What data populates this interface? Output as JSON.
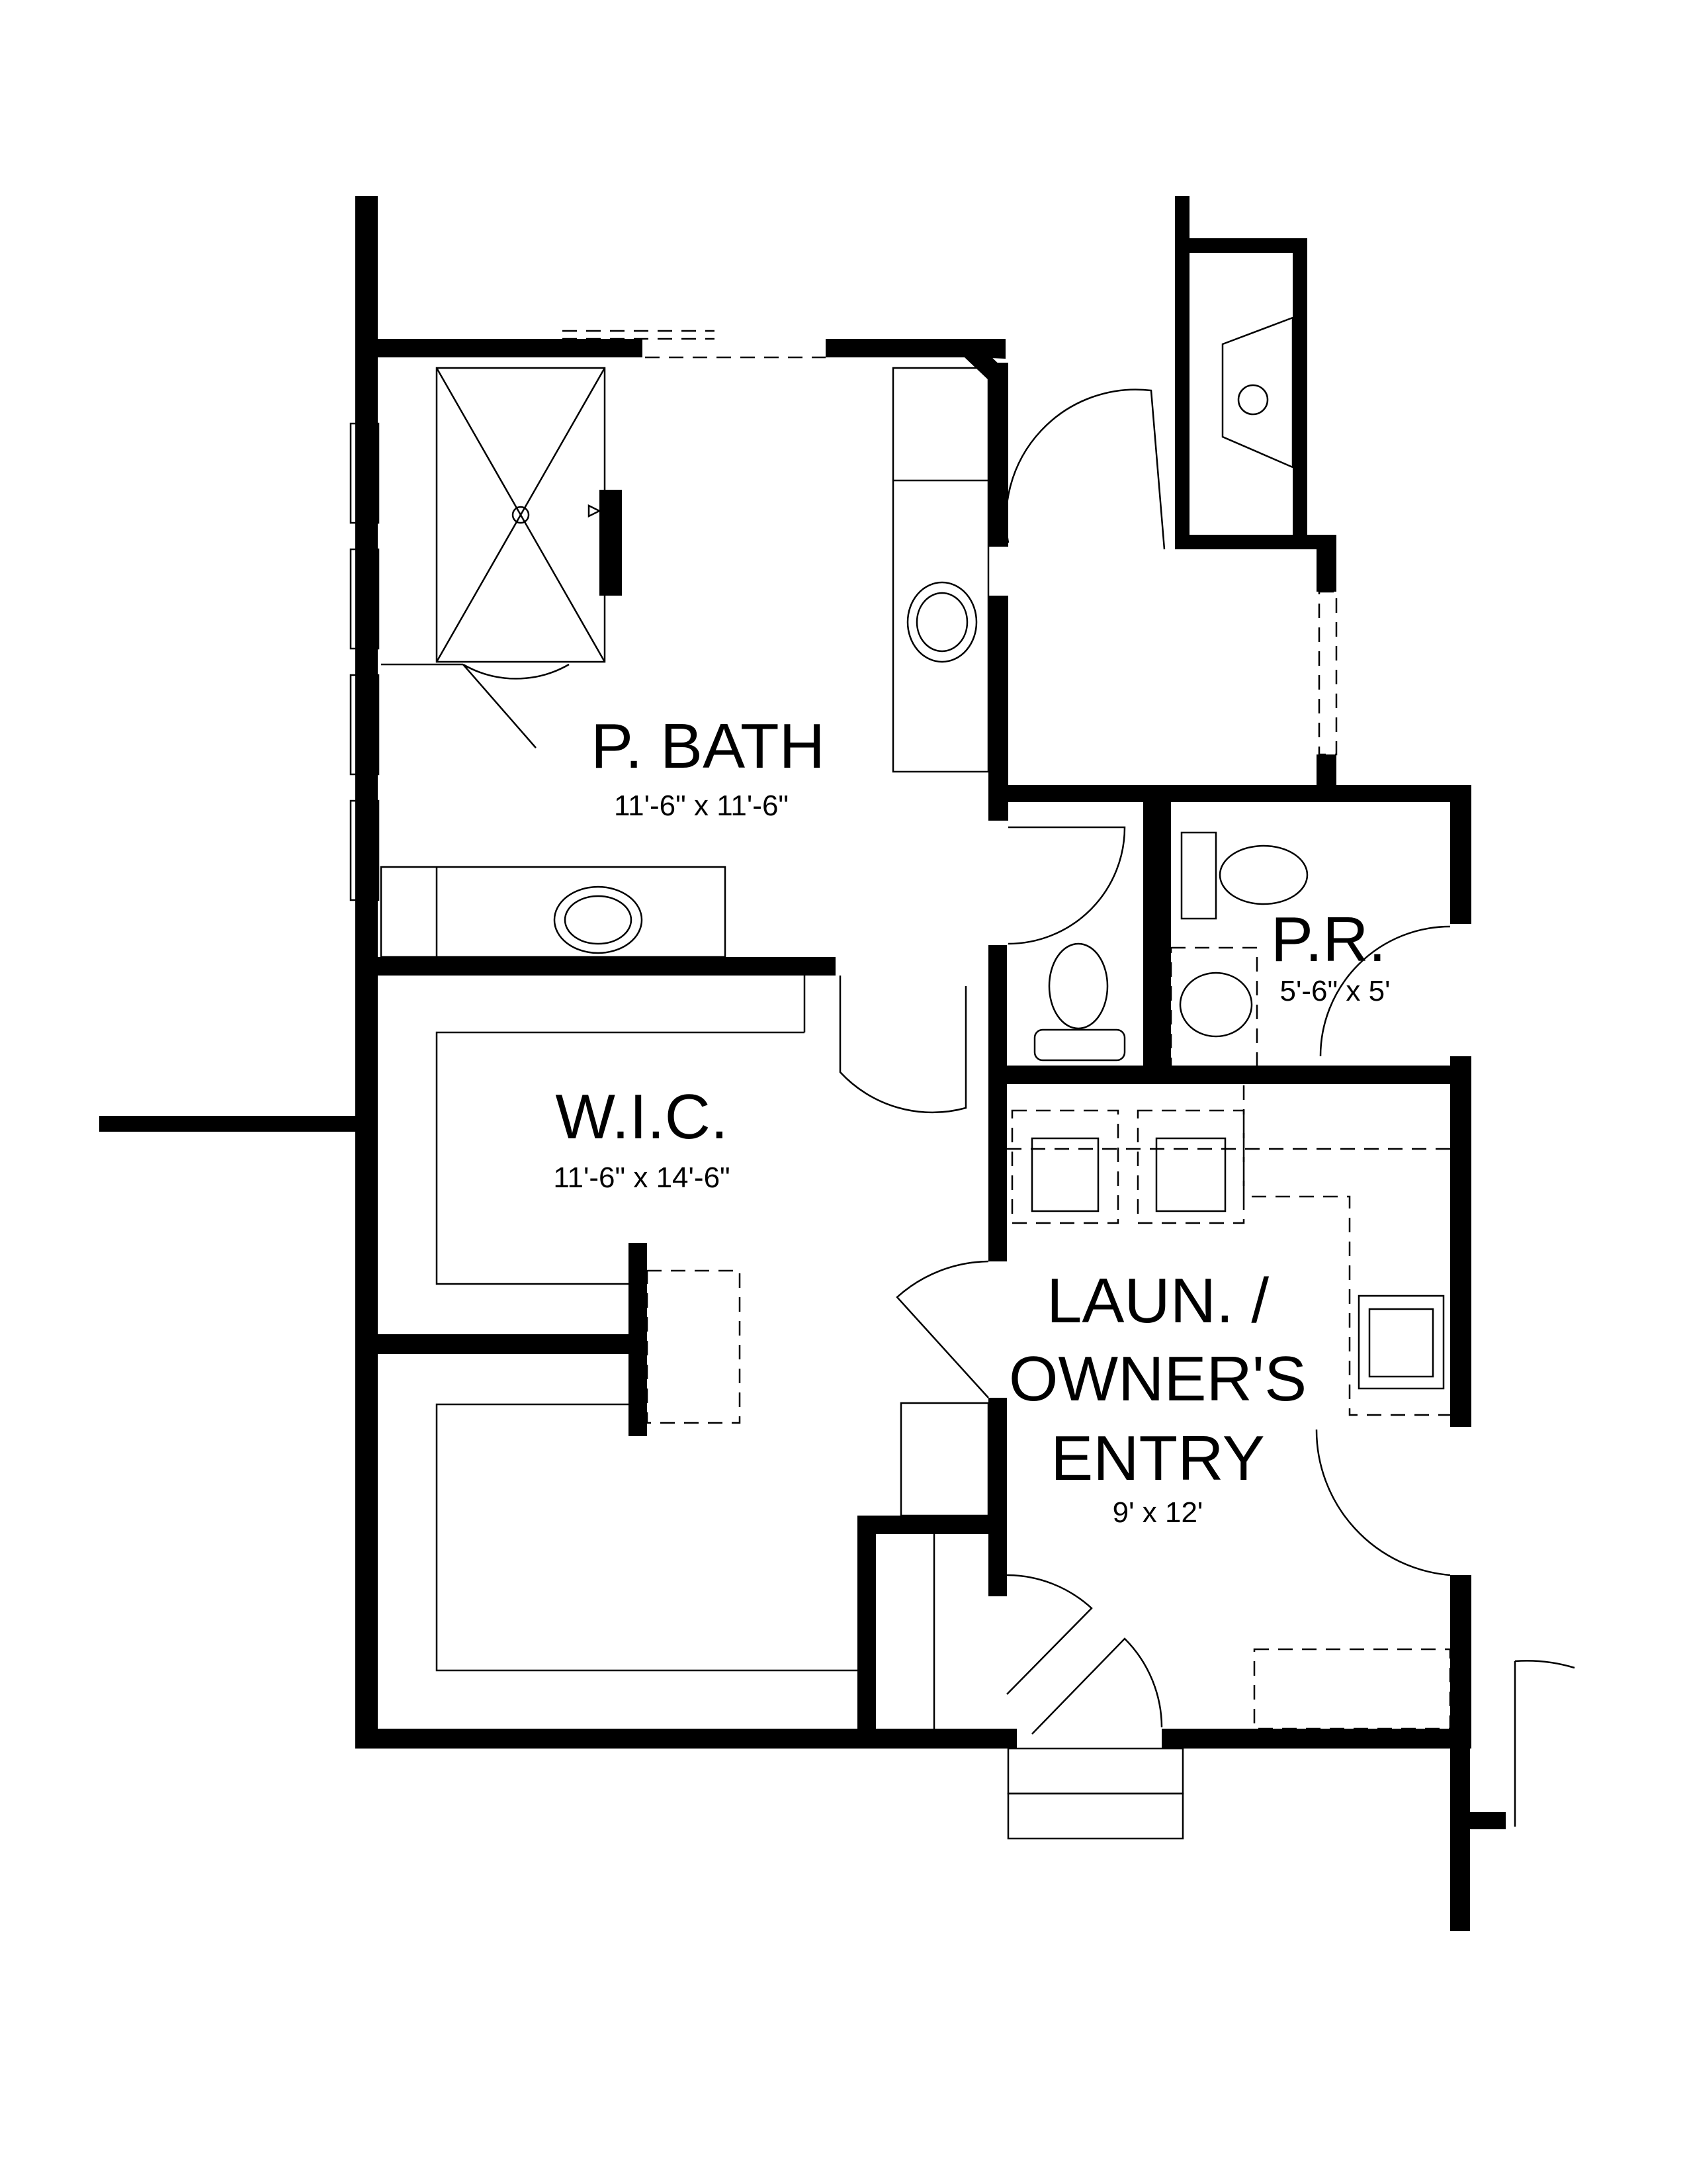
{
  "rooms": {
    "primary_bath": {
      "name": "P. BATH",
      "size": "11'-6\" x 11'-6\""
    },
    "walk_in_closet": {
      "name": "W.I.C.",
      "size": "11'-6\" x 14'-6\""
    },
    "powder_room": {
      "name": "P.R.",
      "size": "5'-6\" x 5'"
    },
    "laundry": {
      "name_line1": "LAUN. /",
      "name_line2": "OWNER'S",
      "name_line3": "ENTRY",
      "size": "9' x 12'"
    }
  },
  "colors": {
    "wall": "#000000",
    "background": "#ffffff"
  }
}
